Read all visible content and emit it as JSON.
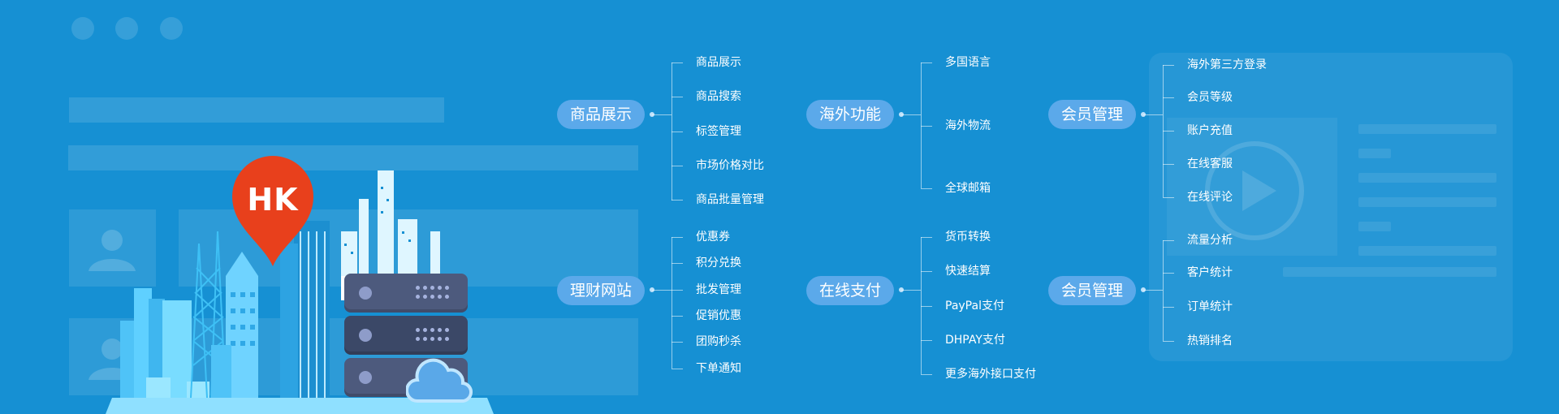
{
  "pin": {
    "label": "HK"
  },
  "groups": [
    {
      "title": "商品展示",
      "items": [
        "商品展示",
        "商品搜索",
        "标签管理",
        "市场价格对比",
        "商品批量管理"
      ]
    },
    {
      "title": "海外功能",
      "items": [
        "多国语言",
        "海外物流",
        "全球邮箱"
      ]
    },
    {
      "title": "会员管理",
      "items": [
        "海外第三方登录",
        "会员等级",
        "账户充值",
        "在线客服",
        "在线评论"
      ]
    },
    {
      "title": "理财网站",
      "items": [
        "优惠券",
        "积分兑换",
        "批发管理",
        "促销优惠",
        "团购秒杀",
        "下单通知"
      ]
    },
    {
      "title": "在线支付",
      "items": [
        "货币转换",
        "快速结算",
        "PayPal支付",
        "DHPAY支付",
        "更多海外接口支付"
      ]
    },
    {
      "title": "会员管理",
      "items": [
        "流量分析",
        "客户统计",
        "订单统计",
        "热销排名"
      ]
    }
  ],
  "colors": {
    "background": "#1690d3",
    "pill": "#5ba9ea",
    "pin": "#e8401c",
    "building": "#4fc3f7",
    "server": "#4d5a7d"
  },
  "icons": [
    "user-icon",
    "map-pin-icon",
    "play-icon",
    "cloud-icon",
    "server-icon"
  ]
}
